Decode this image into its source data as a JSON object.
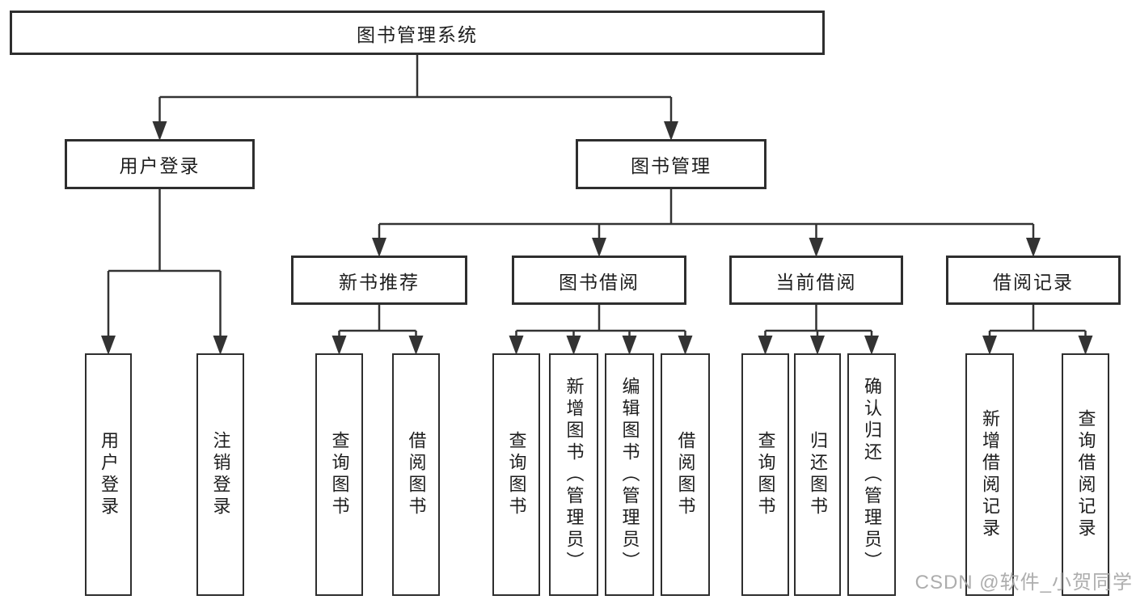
{
  "page": {
    "background": "#ffffff"
  },
  "colors": {
    "line": "#333333",
    "box_border": "#2e2e2e",
    "text": "#1d1d1d",
    "watermark": "#a9a9a9"
  },
  "tree": {
    "root": {
      "label": "图书管理系统"
    },
    "children": [
      {
        "label": "用户登录",
        "children": [
          {
            "label": "用户登录"
          },
          {
            "label": "注销登录"
          }
        ]
      },
      {
        "label": "图书管理",
        "children": [
          {
            "label": "新书推荐",
            "children": [
              {
                "label": "查询图书"
              },
              {
                "label": "借阅图书"
              }
            ]
          },
          {
            "label": "图书借阅",
            "children": [
              {
                "label": "查询图书"
              },
              {
                "label": "新增图书（管理员）"
              },
              {
                "label": "编辑图书（管理员）"
              },
              {
                "label": "借阅图书"
              }
            ]
          },
          {
            "label": "当前借阅",
            "children": [
              {
                "label": "查询图书"
              },
              {
                "label": "归还图书"
              },
              {
                "label": "确认归还（管理员）"
              }
            ]
          },
          {
            "label": "借阅记录",
            "children": [
              {
                "label": "新增借阅记录"
              },
              {
                "label": "查询借阅记录"
              }
            ]
          }
        ]
      }
    ]
  },
  "watermark": {
    "text": "CSDN @软件_小贺同学"
  }
}
